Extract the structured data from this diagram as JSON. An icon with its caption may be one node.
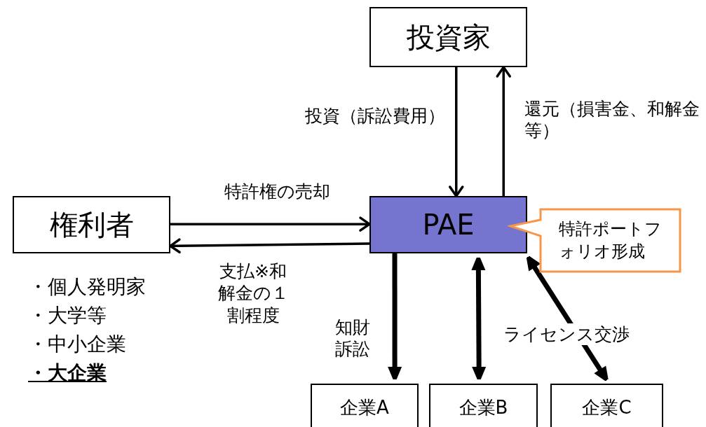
{
  "diagram": {
    "nodes": [
      {
        "text": [
          "投資家"
        ]
      },
      {
        "text": [
          "権利者"
        ],
        "beside": [
          "・個人発明家",
          "・大学等",
          "・中小企業",
          "・大企業"
        ]
      },
      {
        "text": [
          "PAE"
        ]
      },
      {
        "text": [
          "特許ポートフォリオ形成"
        ]
      },
      {
        "text": [
          "企業A"
        ]
      },
      {
        "text": [
          "企業B"
        ]
      },
      {
        "text": [
          "企業C"
        ]
      }
    ],
    "edges": [
      {
        "from": 0,
        "to": 2,
        "arrow": "to",
        "label": "投資（訴訟費用）"
      },
      {
        "from": 2,
        "to": 0,
        "arrow": "to",
        "label": "還元（損害金、和解金等）"
      },
      {
        "from": 1,
        "to": 2,
        "arrow": "to",
        "label": "特許権の売却"
      },
      {
        "from": 2,
        "to": 1,
        "arrow": "to",
        "label": "支払※和解金の１割程度"
      },
      {
        "from": 2,
        "to": 4,
        "arrow": "to",
        "label": "知財訴訟",
        "style": "thick"
      },
      {
        "from": 2,
        "to": 5,
        "arrow": "both",
        "style": "thick"
      },
      {
        "from": 2,
        "to": 6,
        "arrow": "both",
        "label": "ライセンス交渉",
        "style": "thick"
      }
    ]
  }
}
